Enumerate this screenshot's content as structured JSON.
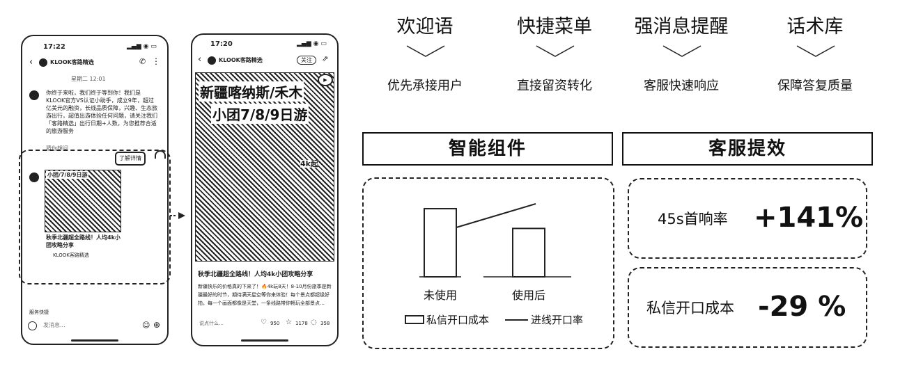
{
  "phone1": {
    "time": "17:22",
    "shop_name": "KLOOK客路精选",
    "date_label": "星期二 12:01",
    "welcome_text": "你终于来啦，我们终于等到你！我们是KLOOK官方VS认证小助手，成立9年，超过亿美元的融资，长线品质保障，兴趣、生态旅游出行，超值出游体验任何问题，请关注我们「客路精选」出行日期+人数，为您推荐合适的旅游服务",
    "tag": "猜你想问",
    "card_button": "了解详情",
    "card_image_text": "小团/7/8/9日游",
    "card_title": "秋季北疆超全路线！人均4k小团攻略分享",
    "card_shop": "KLOOK客路精选",
    "quick_menu": "服务快捷",
    "input_placeholder": "发消息..."
  },
  "phone2": {
    "time": "17:20",
    "shop_name": "KLOOK客路精选",
    "follow_label": "关注",
    "hero_line1": "新疆喀纳斯/禾木",
    "hero_line2": "小团7/8/9日游",
    "hero_badge": "4k起",
    "title": "秋季北疆超全路线！人均4k小团攻略分享",
    "body": "新疆快乐的价格真的下来了！🔥4k玩8天！8-10月份旅季是新疆最好的时节，期待满天星空等你来体验！每个景点都超级好拍，每一个画面都像是天堂，一条线路带你畅玩全部景点…",
    "comment_placeholder": "说点什么…",
    "likes": "950",
    "stars": "1178",
    "comments": "358"
  },
  "features": [
    {
      "title": "欢迎语",
      "subtitle": "优先承接用户"
    },
    {
      "title": "快捷菜单",
      "subtitle": "直接留资转化"
    },
    {
      "title": "强消息提醒",
      "subtitle": "客服快速响应"
    },
    {
      "title": "话术库",
      "subtitle": "保障答复质量"
    }
  ],
  "sections": {
    "left": "智能组件",
    "right": "客服提效"
  },
  "chart_data": {
    "type": "bar",
    "categories": [
      "未使用",
      "使用后"
    ],
    "series": [
      {
        "name": "私信开口成本",
        "kind": "bar",
        "values": [
          1.0,
          0.71
        ]
      },
      {
        "name": "进线开口率",
        "kind": "line",
        "values": [
          0.38,
          1.0
        ]
      }
    ]
  },
  "metrics": [
    {
      "label": "45s首响率",
      "value": "+141%"
    },
    {
      "label": "私信开口成本",
      "value": "-29 %"
    }
  ]
}
